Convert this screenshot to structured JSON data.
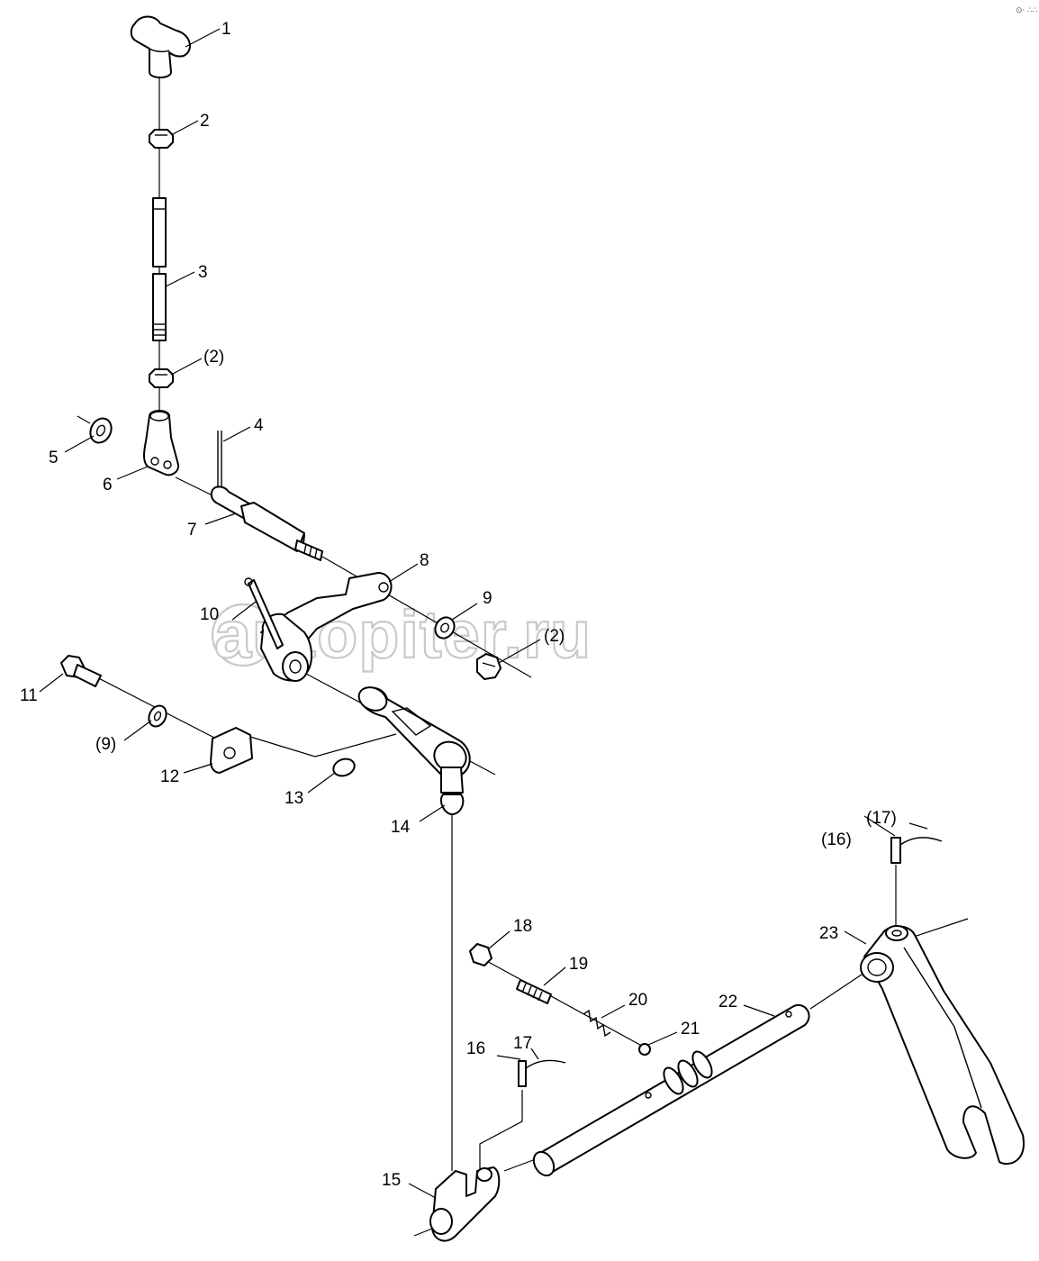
{
  "watermark": "autopiter.ru",
  "corner_mark": "⊙⋅ ∴∴",
  "callouts": {
    "c1": "1",
    "c2": "2",
    "c3": "3",
    "c2b": "(2)",
    "c4": "4",
    "c5": "5",
    "c6": "6",
    "c7": "7",
    "c8": "8",
    "c9": "9",
    "c2c": "(2)",
    "c10": "10",
    "c11": "11",
    "c9b": "(9)",
    "c12": "12",
    "c13": "13",
    "c14": "14",
    "c17b": "(17)",
    "c16b": "(16)",
    "c23": "23",
    "c18": "18",
    "c19": "19",
    "c20": "20",
    "c22": "22",
    "c21": "21",
    "c16": "16",
    "c17": "17",
    "c15": "15"
  },
  "icons": {
    "knob": "t-handle-knob",
    "nut": "hex-nut",
    "rod": "threaded-rod",
    "washer": "flat-washer",
    "clevis": "clevis-yoke",
    "pin": "cotter-pin",
    "shaft": "stepped-shaft",
    "lever": "shift-lever",
    "bolt": "hex-bolt",
    "plate": "lock-plate",
    "oring": "o-ring",
    "ball": "ball-joint",
    "spring": "coil-spring",
    "fork": "shift-fork"
  }
}
